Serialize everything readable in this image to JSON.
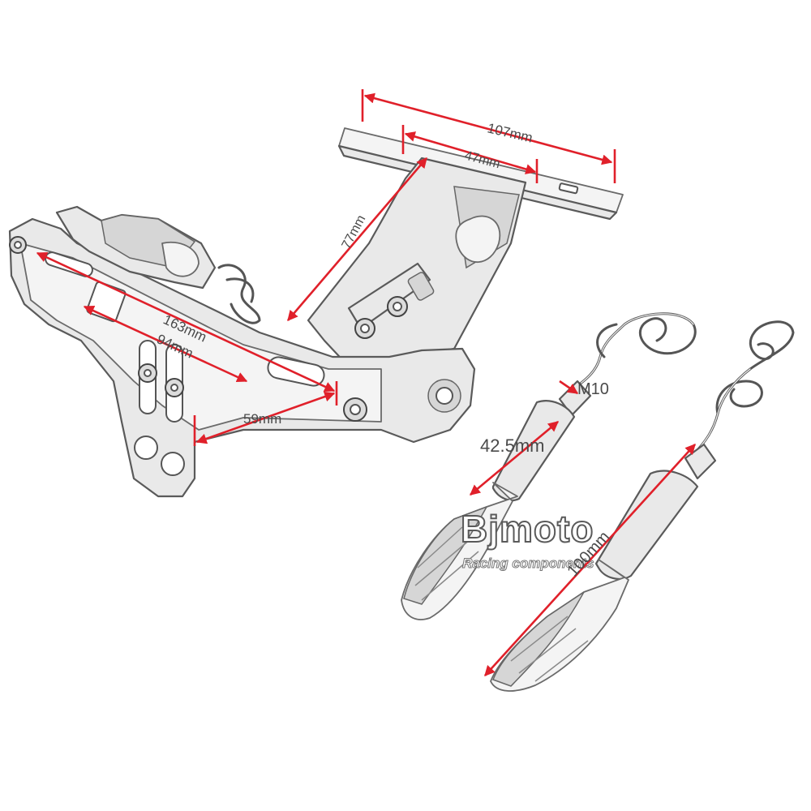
{
  "dimensions": {
    "d107": "107mm",
    "d47": "47mm",
    "d77": "77mm",
    "d163": "163mm",
    "d94": "94mm",
    "d59": "59mm",
    "m10": "M10",
    "d42_5": "42.5mm",
    "d100": "100mm"
  },
  "watermark": {
    "brand": "Bjmoto",
    "tagline": "Racing components"
  },
  "colors": {
    "dimension_line": "#e0202a",
    "outline": "#5a5a5a",
    "fill": "#e9e9e9"
  }
}
